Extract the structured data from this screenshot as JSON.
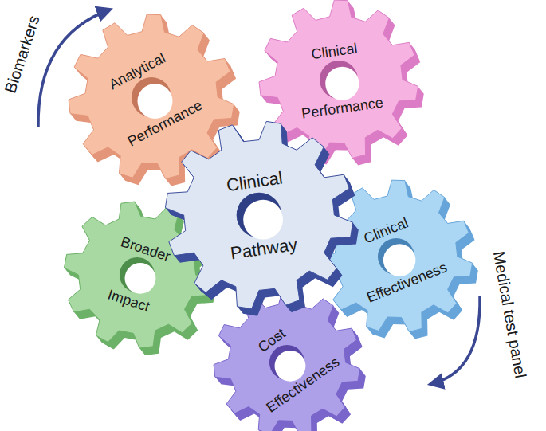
{
  "diagram": {
    "nodes": [
      {
        "text": [
          "Analytical Performance"
        ]
      },
      {
        "text": [
          "Clinical Performance"
        ]
      },
      {
        "text": [
          "Broader Impact"
        ]
      },
      {
        "text": [
          "Clinical Pathway"
        ]
      },
      {
        "text": [
          "Clinical Effectiveness"
        ]
      },
      {
        "text": [
          "Cost Effectiveness"
        ]
      }
    ],
    "labels": [
      "Biomarkers",
      "Medical test panel"
    ]
  }
}
